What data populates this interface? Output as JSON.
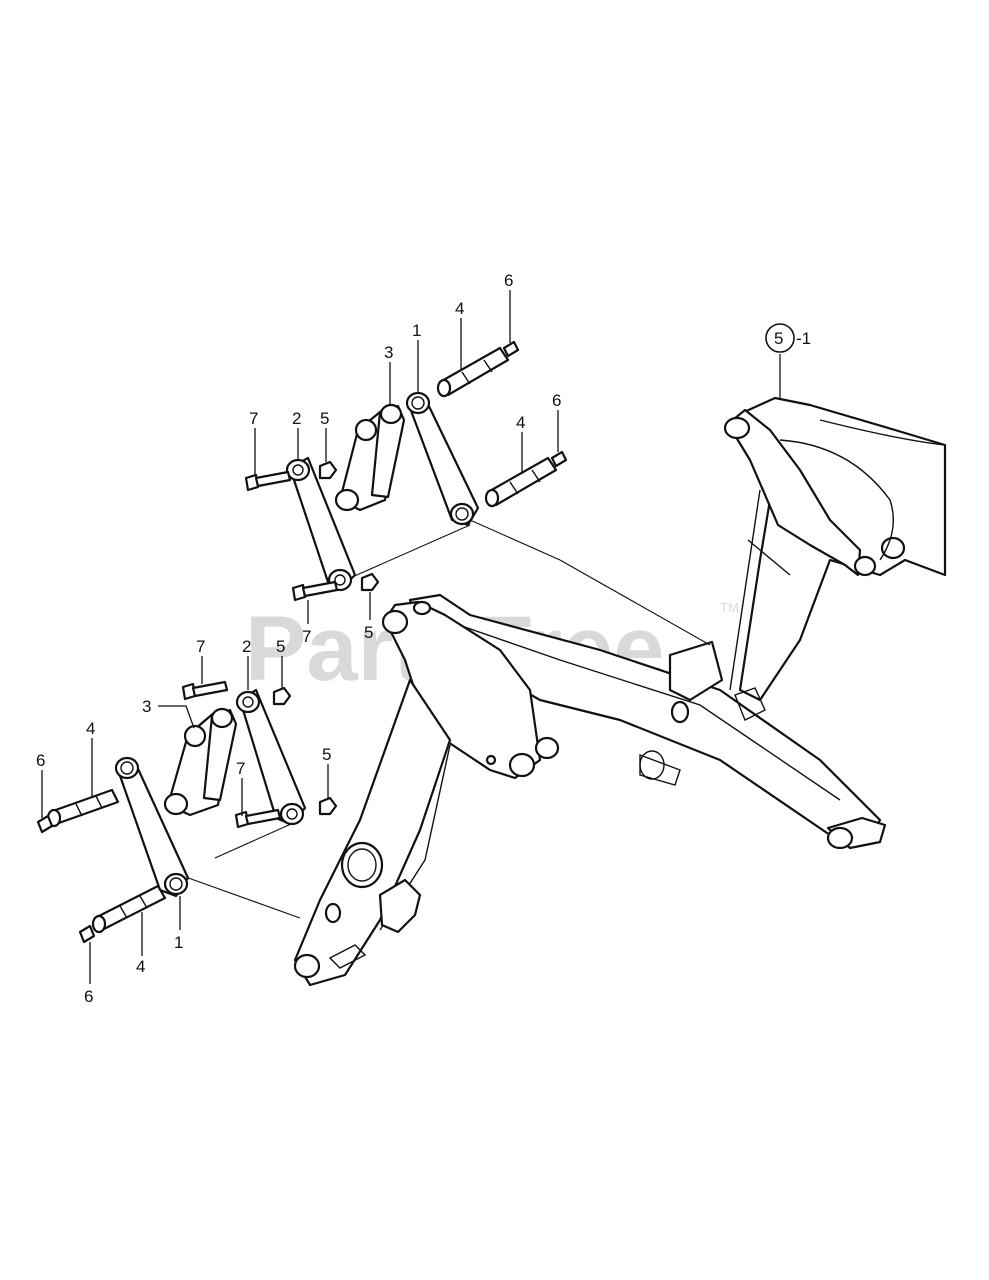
{
  "watermark": {
    "text": "PartsTree",
    "tm": "TM"
  },
  "callouts": {
    "upper": {
      "c1": "1",
      "c2": "2",
      "c3": "3",
      "c4a": "4",
      "c4b": "4",
      "c5a": "5",
      "c5b": "5",
      "c6a": "6",
      "c6b": "6",
      "c7a": "7",
      "c7b": "7"
    },
    "lower": {
      "c1": "1",
      "c2": "2",
      "c3": "3",
      "c4a": "4",
      "c4b": "4",
      "c5a": "5",
      "c5b": "5",
      "c6a": "6",
      "c6b": "6",
      "c7a": "7",
      "c7b": "7"
    },
    "assembly": {
      "number": "5",
      "suffix": "-1"
    }
  }
}
